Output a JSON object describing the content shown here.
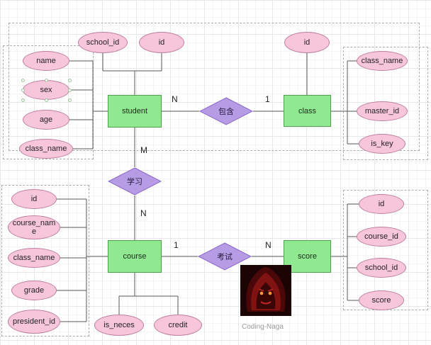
{
  "watermark": {
    "label": "Coding-Naga"
  },
  "colors": {
    "entity_fill": "#90e890",
    "entity_stroke": "#4fa14f",
    "attribute_fill": "#f8c6da",
    "attribute_stroke": "#bd7f9f",
    "relationship_fill": "#b69ce5",
    "relationship_stroke": "#8a67c8",
    "connector": "#5a5a5a"
  },
  "entities": [
    {
      "label": "student"
    },
    {
      "label": "class"
    },
    {
      "label": "course"
    },
    {
      "label": "score"
    }
  ],
  "relationships": [
    {
      "label": "包含"
    },
    {
      "label": "学习"
    },
    {
      "label": "考试"
    }
  ],
  "attributes": {
    "student_top": [
      {
        "label": "school_id"
      },
      {
        "label": "id"
      }
    ],
    "student_left": [
      {
        "label": "name"
      },
      {
        "label": "sex"
      },
      {
        "label": "age"
      },
      {
        "label": "class_name"
      }
    ],
    "class_top": [
      {
        "label": "id"
      }
    ],
    "class_right": [
      {
        "label": "class_name"
      },
      {
        "label": "master_id"
      },
      {
        "label": "is_key"
      }
    ],
    "course_left": [
      {
        "label": "id"
      },
      {
        "label": "course_name"
      },
      {
        "label": "class_name"
      },
      {
        "label": "grade"
      },
      {
        "label": "president_id"
      }
    ],
    "course_bottom": [
      {
        "label": "is_neces"
      },
      {
        "label": "credit"
      }
    ],
    "score_right": [
      {
        "label": "id"
      },
      {
        "label": "course_id"
      },
      {
        "label": "school_id"
      },
      {
        "label": "score"
      }
    ]
  },
  "cardinalities": {
    "student_contains": "N",
    "class_contains": "1",
    "student_study": "M",
    "course_study": "N",
    "course_exam": "1",
    "score_exam": "N"
  }
}
